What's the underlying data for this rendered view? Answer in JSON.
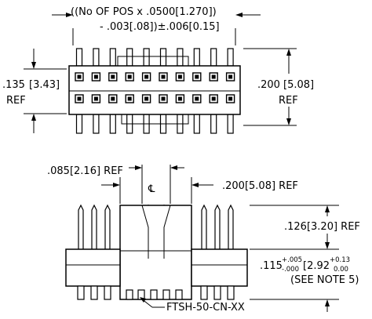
{
  "top_view": {
    "width_formula_line1": "((No OF POS x .0500[1.270])",
    "width_formula_line2": "- .003[.08])±.006[0.15]",
    "left_dim_value": ".135",
    "left_dim_metric": "[3.43]",
    "left_dim_suffix": "REF",
    "right_dim_value": ".200",
    "right_dim_metric": "[5.08]",
    "right_dim_suffix": "REF",
    "pin_columns": 10
  },
  "side_view": {
    "top_left_dim": ".085[2.16] REF",
    "centerline_symbol": "℄",
    "top_right_dim": ".200[5.08] REF",
    "right_upper_dim": ".126[3.20] REF",
    "right_lower_value": ".115",
    "right_lower_tol_plus": "+.005",
    "right_lower_tol_minus": "-.000",
    "right_lower_metric": "[2.92",
    "right_lower_metric_tol_plus": "+0.13",
    "right_lower_metric_tol_minus": "0.00",
    "note": "(SEE NOTE 5)",
    "part_number": "FTSH-50-CN-XX"
  }
}
